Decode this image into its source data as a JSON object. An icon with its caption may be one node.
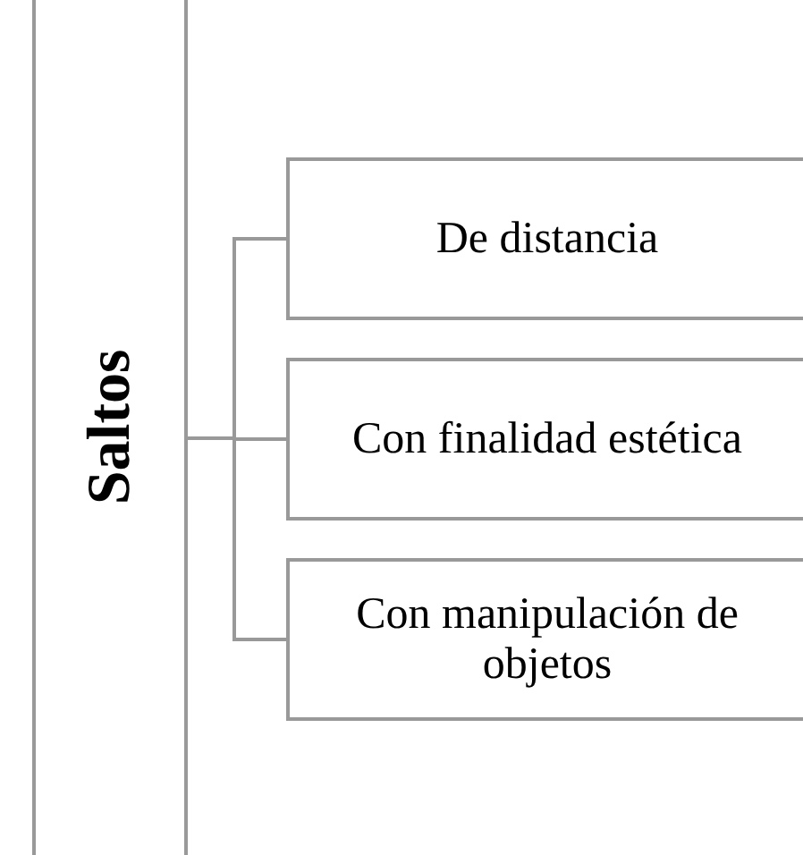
{
  "diagram": {
    "nodes": [
      {
        "text": [
          "Saltos"
        ]
      },
      {
        "text": [
          "De distancia"
        ]
      },
      {
        "text": [
          "Con finalidad estética"
        ]
      },
      {
        "text": [
          "Con manipulación de objetos"
        ]
      }
    ],
    "edges": [
      {
        "from": 0,
        "to": 1,
        "arrow": "none"
      },
      {
        "from": 0,
        "to": 2,
        "arrow": "none"
      },
      {
        "from": 0,
        "to": 3,
        "arrow": "none"
      }
    ]
  }
}
